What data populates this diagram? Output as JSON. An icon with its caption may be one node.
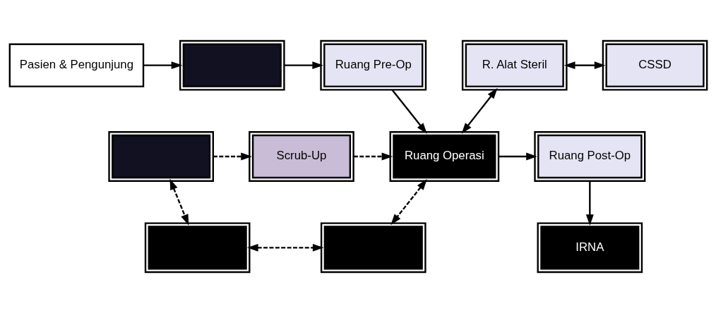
{
  "diagram": {
    "nodes": [
      {
        "text": [
          "Pasien & Pengunjung"
        ]
      },
      {
        "text": [],
        "shape": "box"
      },
      {
        "text": [
          "Ruang Pre-Op"
        ]
      },
      {
        "text": [
          "R. Alat Steril"
        ]
      },
      {
        "text": [
          "CSSD"
        ]
      },
      {
        "text": [],
        "shape": "box"
      },
      {
        "text": [
          "Scrub-Up"
        ]
      },
      {
        "text": [
          "Ruang Operasi"
        ]
      },
      {
        "text": [
          "Ruang Post-Op"
        ]
      },
      {
        "text": [],
        "shape": "box"
      },
      {
        "text": [],
        "shape": "box"
      },
      {
        "text": [
          "IRNA"
        ]
      }
    ],
    "edges": [
      {
        "from": 0,
        "to": 1,
        "arrow": "to"
      },
      {
        "from": 1,
        "to": 2,
        "arrow": "to"
      },
      {
        "from": 3,
        "to": 4,
        "arrow": "both"
      },
      {
        "from": 2,
        "to": 7,
        "arrow": "to"
      },
      {
        "from": 3,
        "to": 7,
        "arrow": "both"
      },
      {
        "from": 5,
        "to": 6,
        "arrow": "to",
        "style": "dashed"
      },
      {
        "from": 6,
        "to": 7,
        "arrow": "to",
        "style": "dashed"
      },
      {
        "from": 7,
        "to": 8,
        "arrow": "to"
      },
      {
        "from": 5,
        "to": 9,
        "arrow": "both",
        "style": "dashed"
      },
      {
        "from": 9,
        "to": 10,
        "arrow": "both",
        "style": "dashed"
      },
      {
        "from": 7,
        "to": 10,
        "arrow": "both",
        "style": "dashed"
      },
      {
        "from": 8,
        "to": 11,
        "arrow": "to"
      }
    ]
  }
}
